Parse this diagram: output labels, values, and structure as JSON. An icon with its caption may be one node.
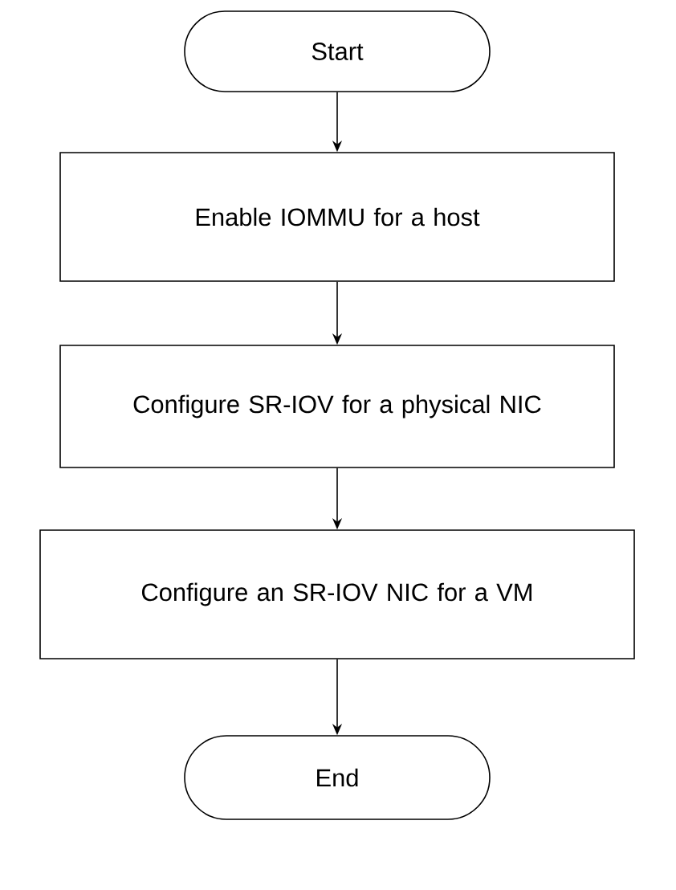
{
  "diagram": {
    "nodes": [
      {
        "text": [
          "Start"
        ]
      },
      {
        "text": [
          "Enable IOMMU for a host"
        ]
      },
      {
        "text": [
          "Configure SR-IOV for a physical NIC"
        ]
      },
      {
        "text": [
          "Configure an SR-IOV NIC for a VM"
        ]
      },
      {
        "text": [
          "End"
        ]
      }
    ],
    "edges": [
      {
        "from": 0,
        "to": 1,
        "arrow": "to"
      },
      {
        "from": 1,
        "to": 2,
        "arrow": "to"
      },
      {
        "from": 2,
        "to": 3,
        "arrow": "to"
      },
      {
        "from": 3,
        "to": 4,
        "arrow": "to"
      }
    ]
  }
}
